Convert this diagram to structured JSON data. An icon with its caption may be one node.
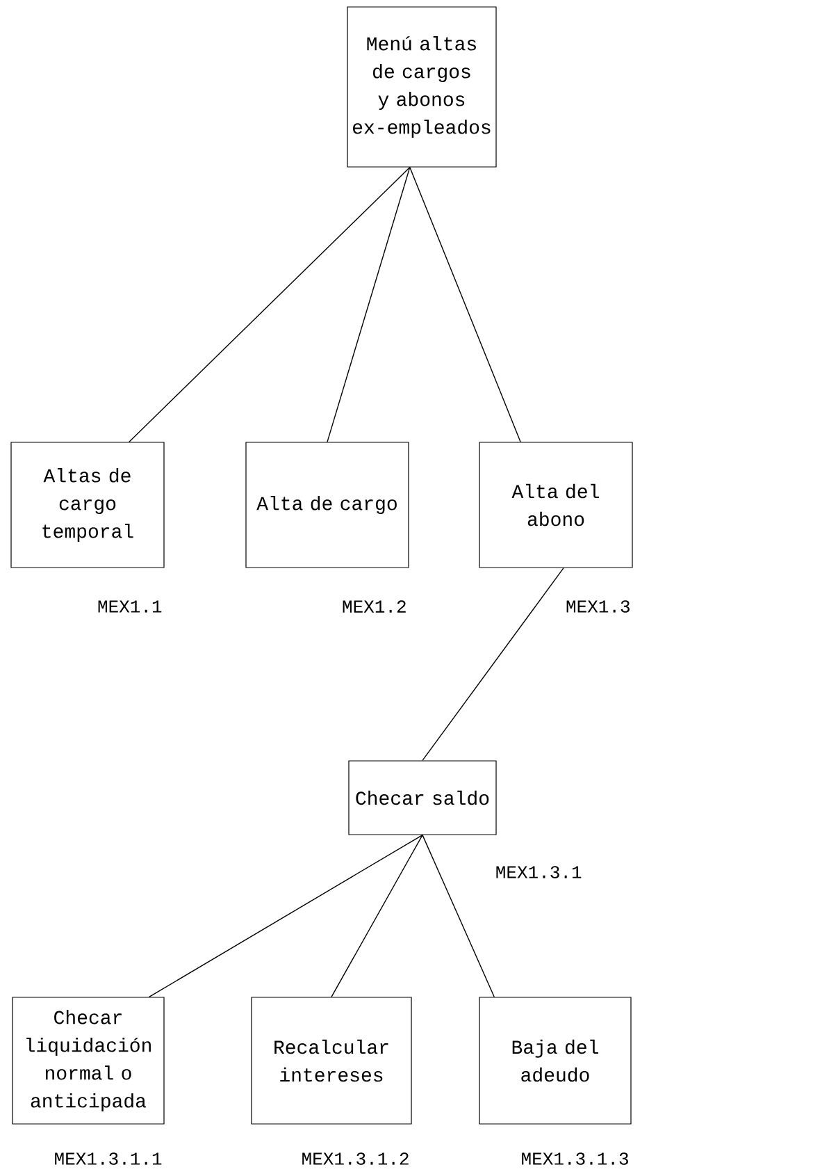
{
  "diagram": {
    "nodes": [
      {
        "text": [
          "Menú altas de cargos y abonos ex-empleados"
        ]
      },
      {
        "text": [
          "Altas de cargo temporal"
        ],
        "beside": [
          "MEX1.1"
        ]
      },
      {
        "text": [
          "Alta de cargo"
        ],
        "beside": [
          "MEX1.2"
        ]
      },
      {
        "text": [
          "Alta del abono"
        ],
        "beside": [
          "MEX1.3"
        ]
      },
      {
        "text": [
          "Checar saldo"
        ],
        "beside": [
          "MEX1.3.1"
        ]
      },
      {
        "text": [
          "Checar liquidación normal o anticipada"
        ],
        "beside": [
          "MEX1.3.1.1"
        ]
      },
      {
        "text": [
          "Recalcular intereses"
        ],
        "beside": [
          "MEX1.3.1.2"
        ]
      },
      {
        "text": [
          "Baja del adeudo"
        ],
        "beside": [
          "MEX1.3.1.3"
        ]
      }
    ],
    "edges": [
      {
        "from": 0,
        "to": 1,
        "arrow": "none"
      },
      {
        "from": 0,
        "to": 2,
        "arrow": "none"
      },
      {
        "from": 0,
        "to": 3,
        "arrow": "none"
      },
      {
        "from": 3,
        "to": 4,
        "arrow": "none"
      },
      {
        "from": 4,
        "to": 5,
        "arrow": "none"
      },
      {
        "from": 4,
        "to": 6,
        "arrow": "none"
      },
      {
        "from": 4,
        "to": 7,
        "arrow": "none"
      }
    ]
  }
}
